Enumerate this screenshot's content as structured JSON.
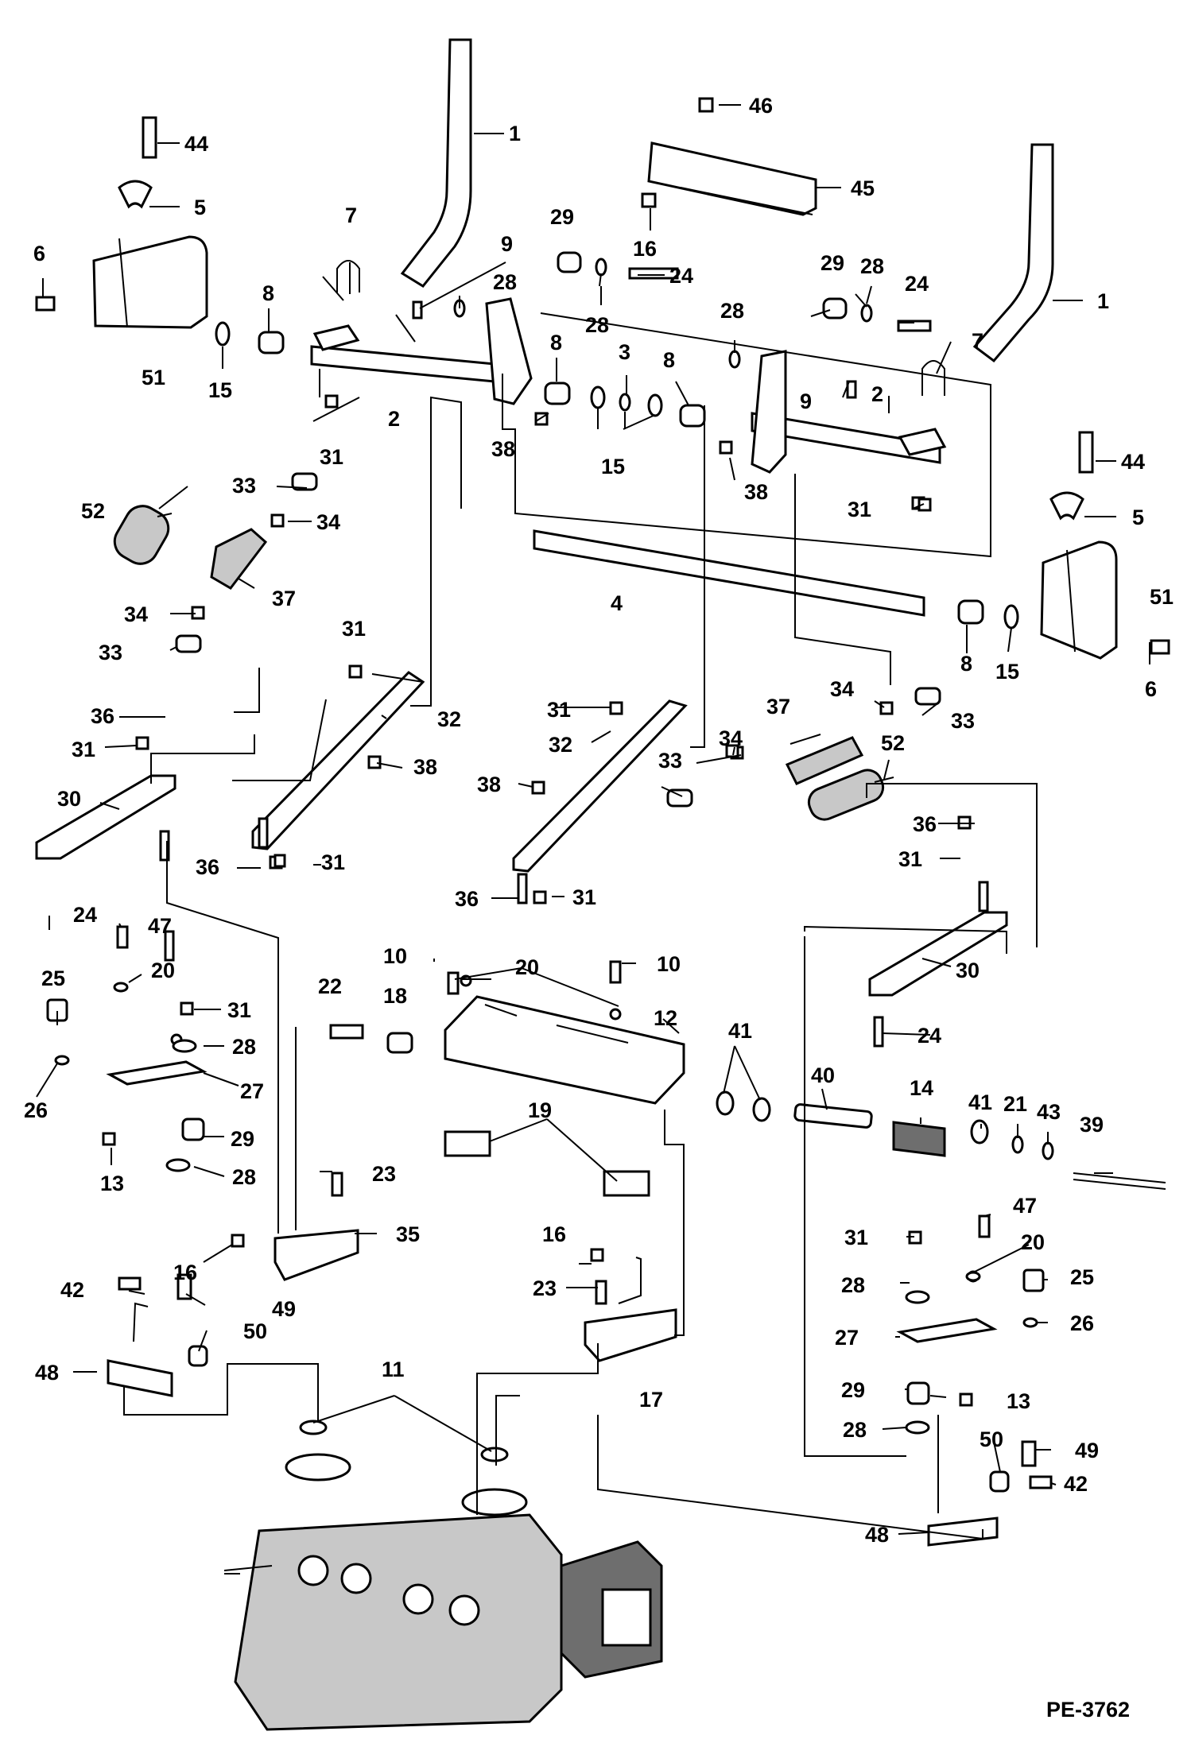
{
  "diagram_code": "PE-3762",
  "callouts": [
    "1",
    "2",
    "3",
    "4",
    "5",
    "6",
    "7",
    "8",
    "9",
    "10",
    "11",
    "12",
    "13",
    "14",
    "15",
    "16",
    "17",
    "18",
    "19",
    "20",
    "21",
    "22",
    "23",
    "24",
    "25",
    "26",
    "27",
    "28",
    "29",
    "30",
    "31",
    "32",
    "33",
    "34",
    "35",
    "36",
    "37",
    "38",
    "39",
    "40",
    "41",
    "42",
    "43",
    "44",
    "45",
    "46",
    "47",
    "48",
    "49",
    "50",
    "51",
    "52"
  ]
}
